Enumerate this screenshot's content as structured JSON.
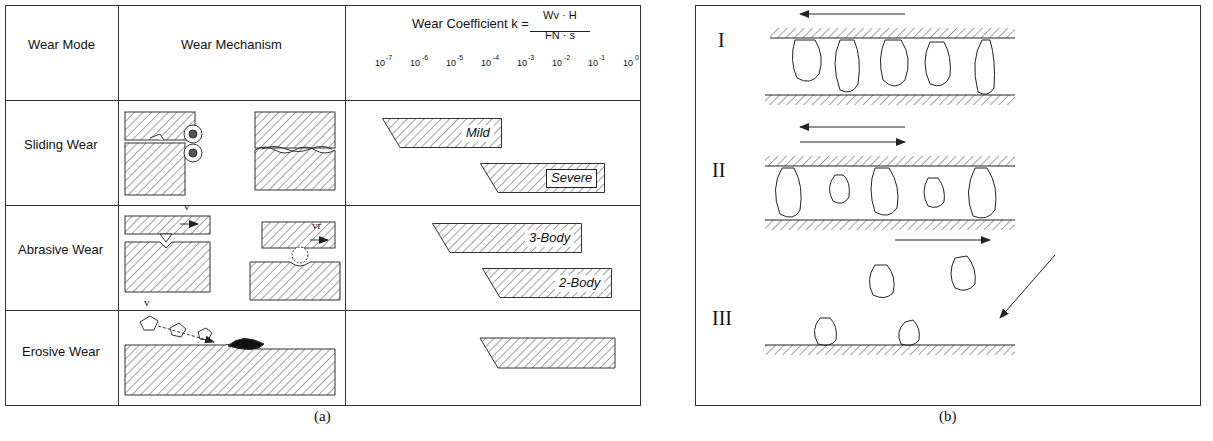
{
  "diagram": {
    "nodes": [
      {
        "text": [
          "Mild"
        ]
      },
      {
        "text": [
          "Severe"
        ]
      },
      {
        "text": [
          "3-Body"
        ]
      },
      {
        "text": [
          "2-Body"
        ]
      }
    ],
    "labels": [
      "Wear Mode",
      "Wear Mechanism",
      "Wear Coefficient k =",
      "Wv · H",
      "FN · s",
      "10",
      "-7",
      "10",
      "-6",
      "10",
      "-5",
      "10",
      "-4",
      "10",
      "-3",
      "10",
      "-2",
      "10",
      "-1",
      "10",
      "0",
      "Sliding Wear",
      "Abrasive Wear",
      "Erosive Wear",
      "v",
      "vr",
      "v",
      "(a)",
      "I",
      "II",
      "III",
      "(b)"
    ]
  }
}
